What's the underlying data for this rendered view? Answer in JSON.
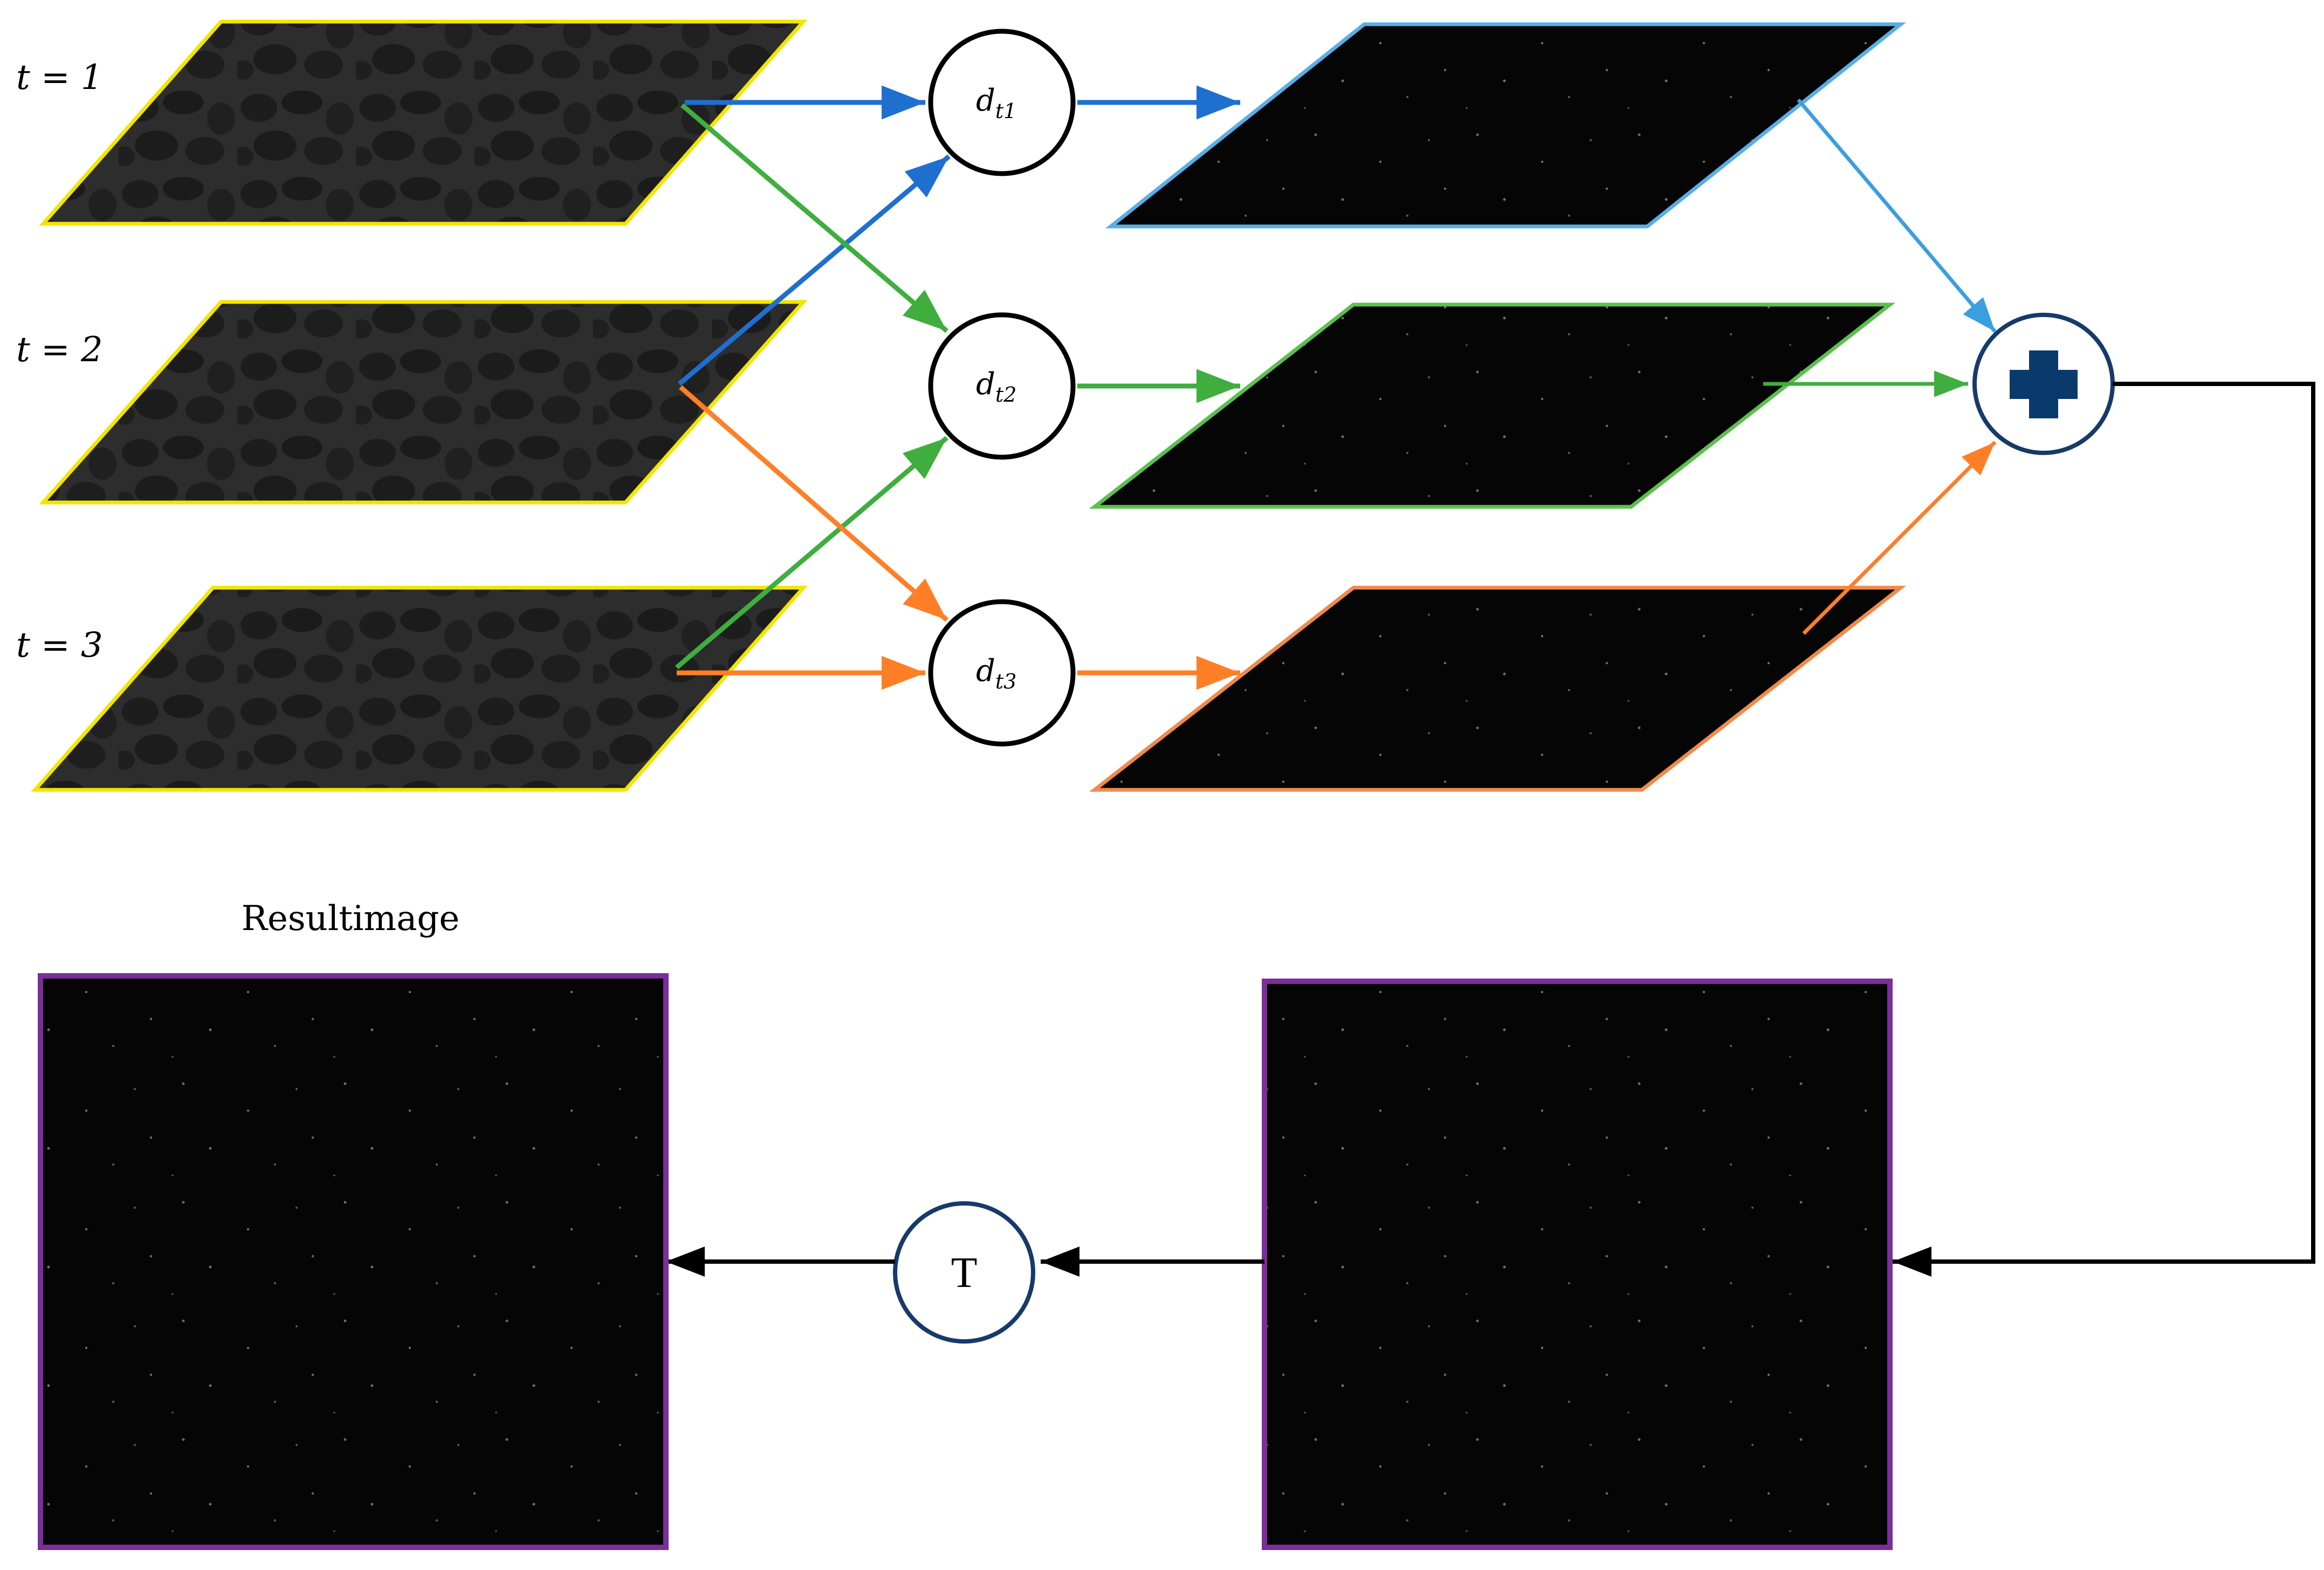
{
  "time_labels": [
    "t = 1",
    "t = 2",
    "t = 3"
  ],
  "diff_nodes": [
    {
      "label": "d",
      "sub": "t1"
    },
    {
      "label": "d",
      "sub": "t2"
    },
    {
      "label": "d",
      "sub": "t3"
    }
  ],
  "sum_node": {
    "icon": "plus-icon"
  },
  "threshold_node": {
    "label": "T"
  },
  "result_caption": "Resultimage",
  "colors": {
    "input_border": "#f2e600",
    "path1": "#1f6fd1",
    "path2": "#3fae3f",
    "path3": "#ff7f27",
    "diff_border1": "#5aaee6",
    "diff_border2": "#5dbf4f",
    "diff_border3": "#f08a4b",
    "result_border": "#7b2e9a",
    "plus": "#0a3a6b",
    "node_border_blue": "#163a6a"
  }
}
